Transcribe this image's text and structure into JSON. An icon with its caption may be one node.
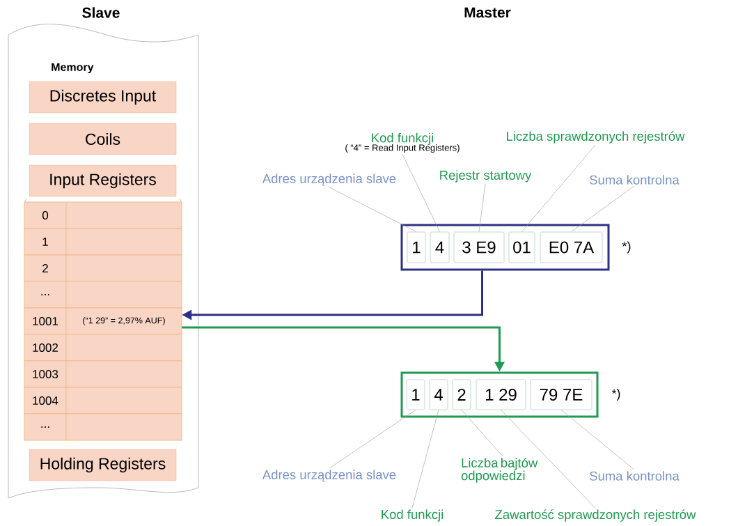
{
  "diagram": {
    "nodes": [
      {
        "text": [
          "Slave",
          "Memory"
        ]
      },
      {
        "text": [
          "Discretes Input"
        ],
        "in": 0
      },
      {
        "text": [
          "Coils"
        ],
        "in": 0
      },
      {
        "text": [
          "Input Registers"
        ],
        "in": 0
      },
      {
        "text": [],
        "shape": "box",
        "in": 0
      },
      {
        "text": [
          "0"
        ],
        "in": 4
      },
      {
        "text": [
          "1"
        ],
        "in": 4
      },
      {
        "text": [
          "2"
        ],
        "in": 4
      },
      {
        "text": [
          "..."
        ],
        "in": 4
      },
      {
        "text": [
          "1001",
          "(“1 29” = 2,97% AUF)"
        ],
        "in": 4
      },
      {
        "text": [
          "1002"
        ],
        "in": 4
      },
      {
        "text": [
          "1003"
        ],
        "in": 4
      },
      {
        "text": [
          "1004"
        ],
        "in": 4
      },
      {
        "text": [
          "..."
        ],
        "in": 4
      },
      {
        "text": [
          "Holding Registers"
        ],
        "in": 0
      },
      {
        "text": [],
        "shape": "box",
        "beside": [
          "*)"
        ]
      },
      {
        "text": [
          "1"
        ],
        "in": 15
      },
      {
        "text": [
          "4"
        ],
        "in": 15
      },
      {
        "text": [
          "3 E9"
        ],
        "in": 15
      },
      {
        "text": [
          "01"
        ],
        "in": 15
      },
      {
        "text": [
          "E0 7A"
        ],
        "in": 15
      },
      {
        "text": [
          "Adres urządzenia slave"
        ]
      },
      {
        "text": [
          "Kod funkcji",
          "( “4” = Read Input Registers)"
        ]
      },
      {
        "text": [
          "Rejestr startowy"
        ]
      },
      {
        "text": [
          "Liczba sprawdzonych rejestrów"
        ]
      },
      {
        "text": [
          "Suma kontrolna"
        ]
      },
      {
        "text": [],
        "shape": "box",
        "beside": [
          "*)"
        ]
      },
      {
        "text": [
          "1"
        ],
        "in": 26
      },
      {
        "text": [
          "4"
        ],
        "in": 26
      },
      {
        "text": [
          "2"
        ],
        "in": 26
      },
      {
        "text": [
          "1 29"
        ],
        "in": 26
      },
      {
        "text": [
          "79 7E"
        ],
        "in": 26
      },
      {
        "text": [
          "Adres urządzenia slave"
        ]
      },
      {
        "text": [
          "Kod funkcji"
        ]
      },
      {
        "text": [
          "Liczba bajtów odpowiedzi"
        ]
      },
      {
        "text": [
          "Zawartość sprawdzonych rejestrów"
        ]
      },
      {
        "text": [
          "Suma kontrolna"
        ]
      }
    ],
    "edges": [
      {
        "from": 15,
        "to": 9,
        "arrow": "to",
        "style": "thick",
        "color": "#2e3086"
      },
      {
        "from": 9,
        "to": 26,
        "arrow": "to",
        "style": "thick",
        "color": "#1f9a50"
      },
      {
        "from": 21,
        "to": 16,
        "arrow": "none"
      },
      {
        "from": 22,
        "to": 17,
        "arrow": "none"
      },
      {
        "from": 23,
        "to": 18,
        "arrow": "none"
      },
      {
        "from": 24,
        "to": 19,
        "arrow": "none"
      },
      {
        "from": 25,
        "to": 20,
        "arrow": "none"
      },
      {
        "from": 32,
        "to": 27,
        "arrow": "none"
      },
      {
        "from": 33,
        "to": 28,
        "arrow": "none"
      },
      {
        "from": 34,
        "to": 29,
        "arrow": "none"
      },
      {
        "from": 35,
        "to": 30,
        "arrow": "none"
      },
      {
        "from": 36,
        "to": 31,
        "arrow": "none"
      }
    ],
    "labels": [
      "Master"
    ]
  }
}
